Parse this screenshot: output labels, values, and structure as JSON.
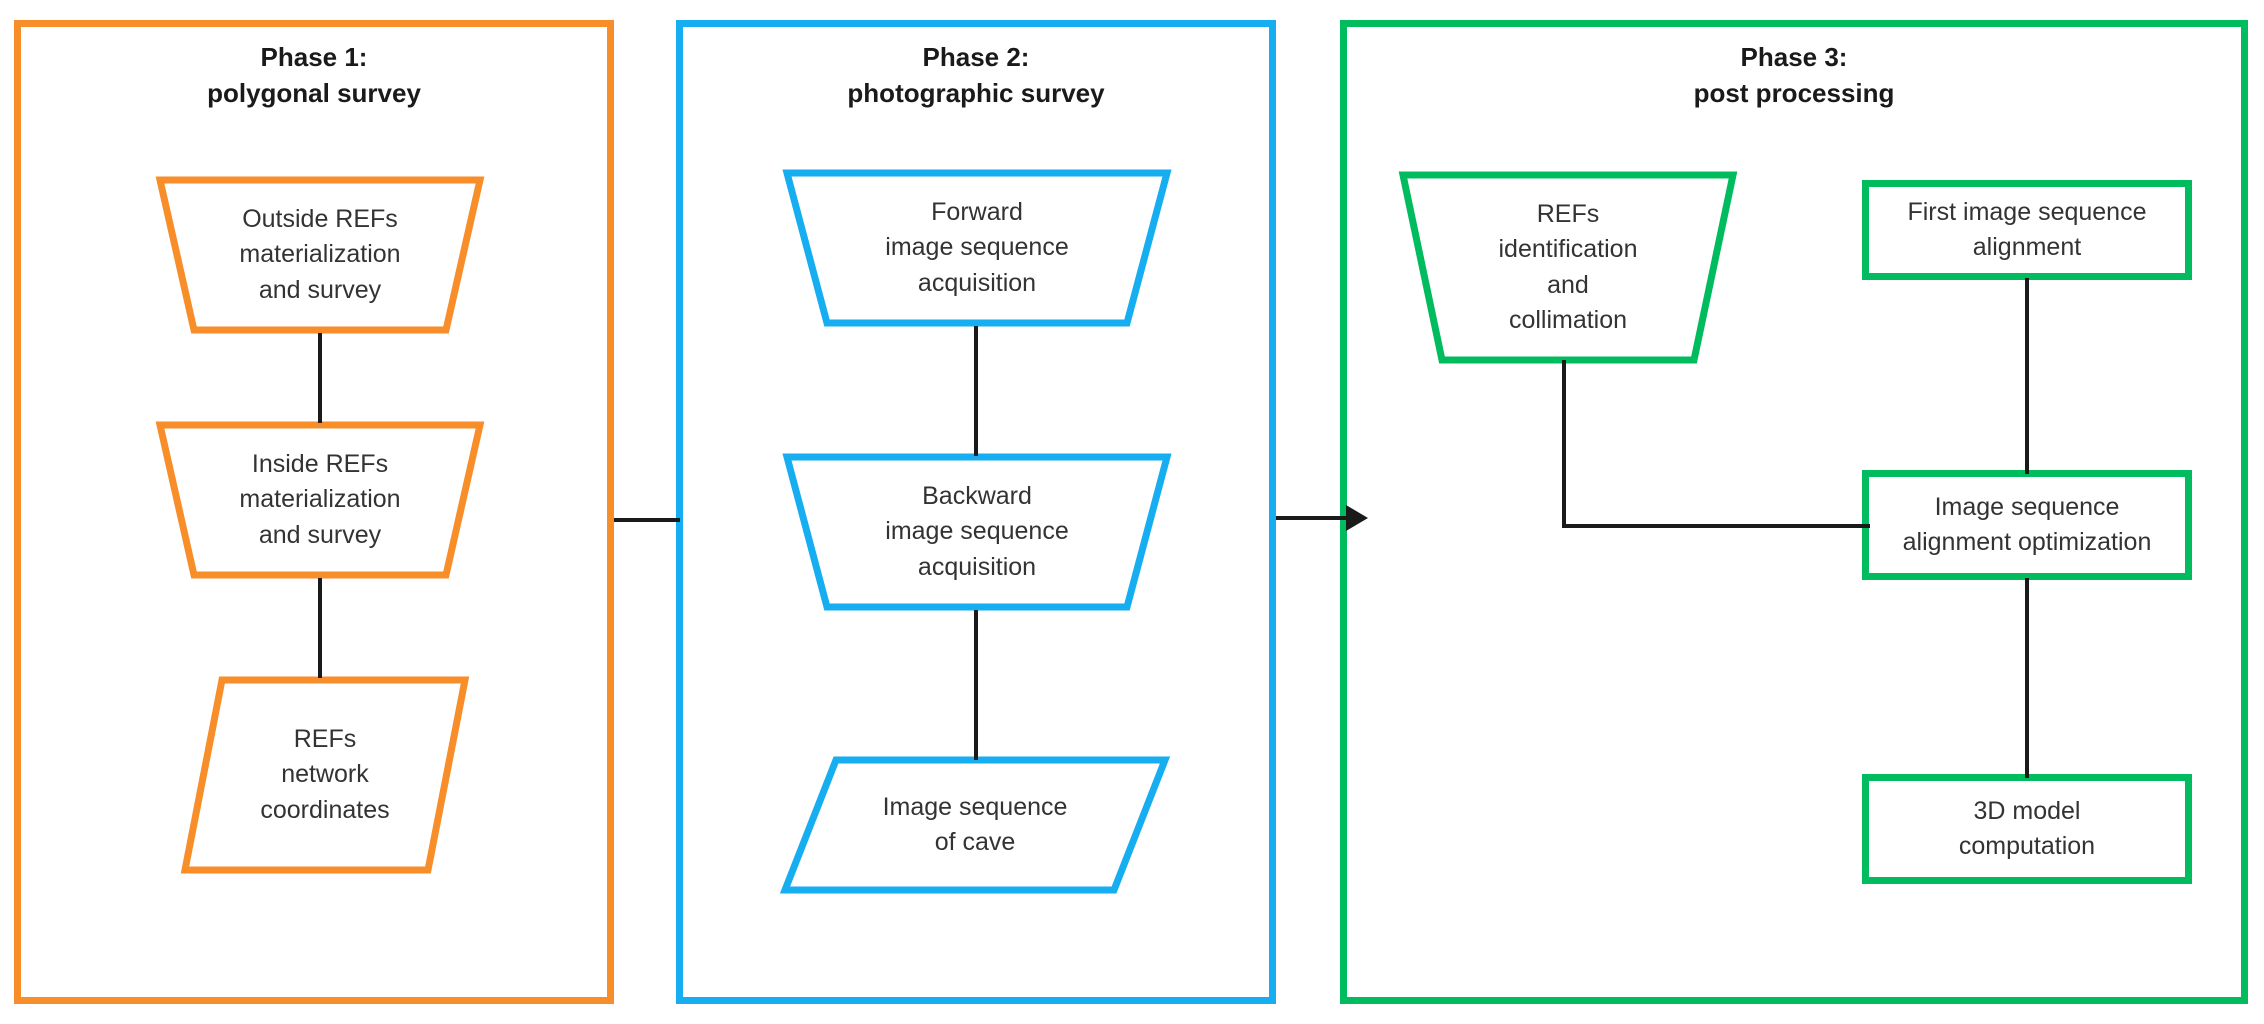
{
  "figure": {
    "type": "flowchart",
    "orientation": "left-to-right, three phases",
    "background": "#ffffff"
  },
  "colors": {
    "phase1": "#F78E2A",
    "phase2": "#16AEF0",
    "phase3": "#00BC5F",
    "connector": "#1a1a1a",
    "text": "#333333",
    "title_text": "#1a1a1a"
  },
  "phases": [
    {
      "id": "phase-1",
      "title_line1": "Phase 1:",
      "title_line2": "polygonal survey",
      "title": "Phase 1:\npolygonal survey",
      "color": "#F78E2A",
      "nodes": [
        {
          "id": "outside-refs",
          "shape": "trapezoid",
          "label": "Outside REFs\nmaterialization\nand survey"
        },
        {
          "id": "inside-refs",
          "shape": "trapezoid",
          "label": "Inside REFs\nmaterialization\nand survey"
        },
        {
          "id": "refs-network-coordinates",
          "shape": "parallelogram",
          "label": "REFs\nnetwork\ncoordinates"
        }
      ]
    },
    {
      "id": "phase-2",
      "title_line1": "Phase 2:",
      "title_line2": "photographic survey",
      "title": "Phase 2:\nphotographic survey",
      "color": "#16AEF0",
      "nodes": [
        {
          "id": "forward-acquisition",
          "shape": "trapezoid",
          "label": "Forward\nimage sequence\nacquisition"
        },
        {
          "id": "backward-acquisition",
          "shape": "trapezoid",
          "label": "Backward\nimage sequence\nacquisition"
        },
        {
          "id": "image-sequence-of-cave",
          "shape": "parallelogram",
          "label": "Image sequence\nof cave"
        }
      ]
    },
    {
      "id": "phase-3",
      "title_line1": "Phase 3:",
      "title_line2": "post processing",
      "title": "Phase 3:\npost processing",
      "color": "#00BC5F",
      "nodes": [
        {
          "id": "refs-identification",
          "shape": "trapezoid",
          "label": "REFs\nidentification\nand\ncollimation"
        },
        {
          "id": "first-image-sequence-alignment",
          "shape": "rectangle",
          "label": "First image sequence\nalignment"
        },
        {
          "id": "alignment-optimization",
          "shape": "rectangle",
          "label": "Image sequence\nalignment optimization"
        },
        {
          "id": "3d-model-computation",
          "shape": "rectangle",
          "label": "3D model\ncomputation"
        }
      ]
    }
  ],
  "connectors": [
    {
      "id": "phase1-to-phase2",
      "style": "plain-line",
      "from": "phase-1",
      "to": "phase-2"
    },
    {
      "id": "phase2-to-phase3",
      "style": "arrow",
      "from": "phase-2",
      "to": "phase-3"
    },
    {
      "id": "outside-to-inside",
      "style": "plain-line",
      "from": "outside-refs",
      "to": "inside-refs"
    },
    {
      "id": "inside-to-coords",
      "style": "plain-line",
      "from": "inside-refs",
      "to": "refs-network-coordinates"
    },
    {
      "id": "forward-to-backward",
      "style": "plain-line",
      "from": "forward-acquisition",
      "to": "backward-acquisition"
    },
    {
      "id": "backward-to-cave",
      "style": "plain-line",
      "from": "backward-acquisition",
      "to": "image-sequence-of-cave"
    },
    {
      "id": "refs-id-to-optimization",
      "style": "elbow-line",
      "from": "refs-identification",
      "to": "alignment-optimization"
    },
    {
      "id": "first-alignment-to-optimization",
      "style": "plain-line",
      "from": "first-image-sequence-alignment",
      "to": "alignment-optimization"
    },
    {
      "id": "optimization-to-3d-model",
      "style": "plain-line",
      "from": "alignment-optimization",
      "to": "3d-model-computation"
    }
  ]
}
